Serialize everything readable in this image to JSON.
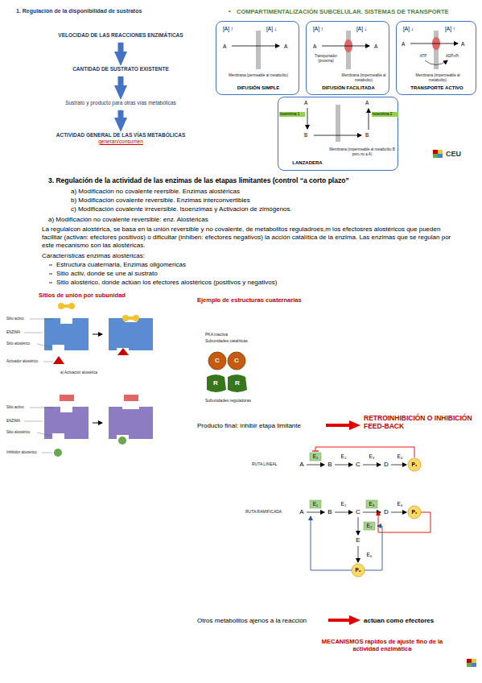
{
  "diagram": {
    "nodes": [
      {
        "text": [
          "VELOCIDAD DE LAS REACCIONES ENZIMÁTICAS"
        ]
      },
      {
        "text": [
          "CANTIDAD DE SUSTRATO EXISTENTE"
        ]
      },
      {
        "text": [
          "Sustrato y producto para otras vías metabólicas"
        ]
      },
      {
        "text": [
          "ACTIVIDAD GENERAL DE LAS VÍAS METABÓLICAS",
          "generan/consumen"
        ]
      },
      {
        "text": [
          "[A] ↑",
          "[A] ↓",
          "A",
          "A",
          "Membrana (permeable al metabolito)",
          "DIFUSIÓN SIMPLE"
        ]
      },
      {
        "text": [
          "[A] ↑",
          "[A] ↓",
          "A",
          "A",
          "Transportador (proteína)",
          "Membrana (impermeable al metabolito)",
          "DIFUSIÓN FACILITADA"
        ]
      },
      {
        "text": [
          "[A] ↓",
          "[A] ↑",
          "A",
          "A",
          "ATP",
          "ADP+Pi",
          "Membrana (impermeable al metabolito)",
          "TRANSPORTE ACTIVO"
        ]
      },
      {
        "text": [
          "A",
          "A",
          "Isoenzima 1",
          "Isoenzima 2",
          "B",
          "B",
          "Membrana (impermeable al metabolito B pero no a A)",
          "LANZADERA"
        ]
      }
    ],
    "edges": [
      {
        "from": 0,
        "to": 1,
        "arrow": "to"
      },
      {
        "from": 1,
        "to": 2,
        "arrow": "to"
      },
      {
        "from": 2,
        "to": 3,
        "arrow": "to"
      }
    ],
    "labels": [
      "1. Regulación de la disponibilidad de sustratos",
      "•",
      "COMPARTIMENTALIZACIÓN SUBCELULAR. SISTEMAS DE TRANSPORTE",
      "CEU",
      "3. Regulación de la actividad de las enzimas de las etapas limitantes (control “a corto plazo”",
      "a) Modificación no covalente reersible. Enzimas alostéricas",
      "b) Modificación covalente reversible. Enzimas interconvertibles",
      "c) Modificación covalente irreversible. Isoenzimas y Activacion de zimógenos.",
      "a) Modificación no covalente reversible: enz. Alostéricas",
      "La regulaicon alostérica, se basa en la unión reversible y no covalente, de metabolitos reguladroes,m los efectosres alostéricos que pueden facilitar (activan: efectores positivos) o dificultar (inhiben: efectores negativos) la acción catalítica de la enzima. Las enzimas que se regulan por este mecanismo son las alostéricas.",
      "Características enzimas alostéricas:",
      "Estructura cuaternaria, Enzimas oligomericas",
      "Sitio activ, donde se une al sustrato",
      "Sitio alostérico, donde actúan los efectores alostéricos (positivos y negativos)",
      "Sitios de unión por subunidad",
      "Sitio activo",
      "ENZIMA",
      "Sitio alostérico",
      "Activador alostérico",
      "a) Activación alostérica",
      "Sitio activo",
      "ENZIMA",
      "Sitio alostérico",
      "Inhibidor alostérico",
      "Ejemplo de estructuras cuaternarias",
      "PKA inactiva",
      "Subunidades catalíticas",
      "C",
      "C",
      "R",
      "R",
      "Subunidades reguladoras",
      "Producto final: inhibir etapa limitante",
      "RETROINHIBICIÓN O INHIBICIÓN FEED-BACK",
      "RUTA LINEAL",
      "A",
      "E₁",
      "B",
      "E₂",
      "C",
      "E₃",
      "D",
      "E₄",
      "P₁",
      "RUTA RAMIFICADA",
      "A",
      "E₁",
      "B",
      "E₂",
      "C",
      "E₃",
      "D",
      "E₄",
      "P₁",
      "E₅",
      "E",
      "E₆",
      "P₂",
      "Otros metabolitos ajenos a la reacción",
      "actúan como efectores",
      "MECANISMOS rápidos de ajuste fino de la actividad enzimática"
    ]
  }
}
